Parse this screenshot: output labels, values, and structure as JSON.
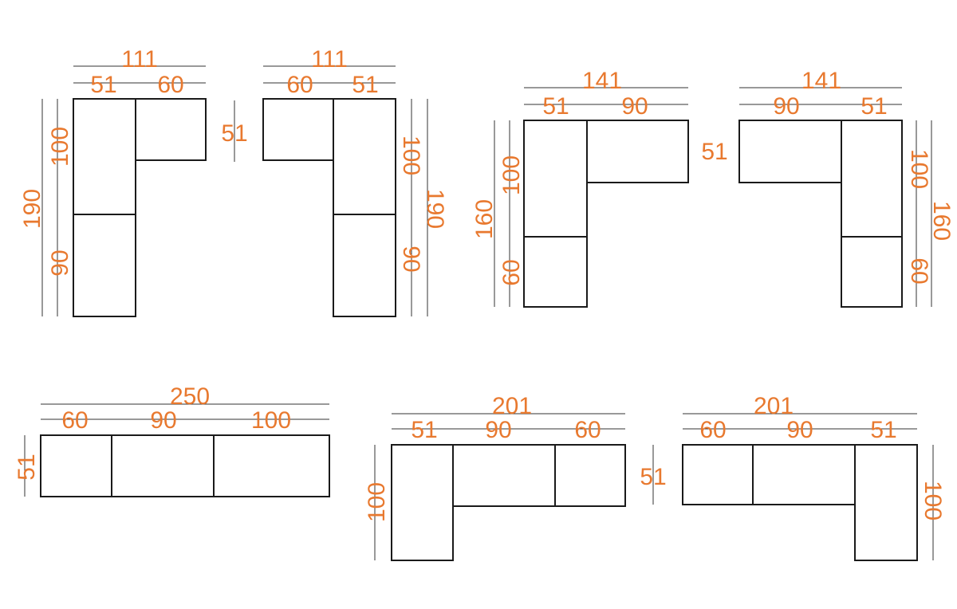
{
  "colors": {
    "dimension_text": "#E8792F",
    "outline": "#1A1A1A",
    "dimension_line": "#333333"
  },
  "units": {
    "corner_left_a": {
      "total_width": "111",
      "seg_1": "51",
      "seg_2": "60",
      "arm_depth": "51",
      "total_height": "190",
      "height_top": "100",
      "height_bottom": "90"
    },
    "corner_right_a": {
      "total_width": "111",
      "seg_1": "60",
      "seg_2": "51",
      "total_height": "190",
      "height_top": "100",
      "height_bottom": "90"
    },
    "corner_left_b": {
      "total_width": "141",
      "seg_1": "51",
      "seg_2": "90",
      "arm_depth": "51",
      "total_height": "160",
      "height_top": "100",
      "height_bottom": "60"
    },
    "corner_right_b": {
      "total_width": "141",
      "seg_1": "90",
      "seg_2": "51",
      "total_height": "160",
      "height_top": "100",
      "height_bottom": "60"
    },
    "straight": {
      "total_width": "250",
      "seg_1": "60",
      "seg_2": "90",
      "seg_3": "100",
      "depth": "51"
    },
    "chaise_left": {
      "total_width": "201",
      "seg_1": "51",
      "seg_2": "90",
      "seg_3": "60",
      "height": "100"
    },
    "chaise_right": {
      "total_width": "201",
      "seg_1": "60",
      "seg_2": "90",
      "seg_3": "51",
      "depth": "51",
      "height": "100"
    }
  }
}
